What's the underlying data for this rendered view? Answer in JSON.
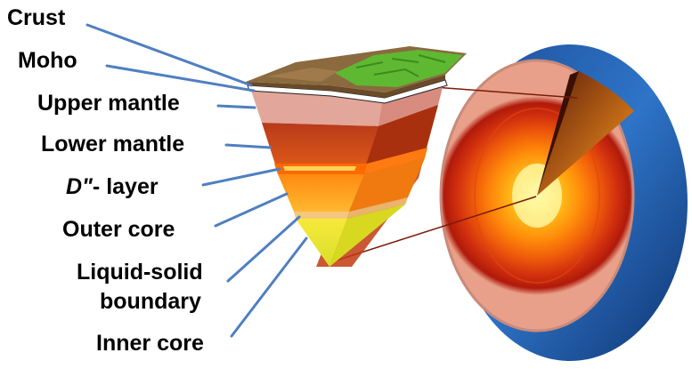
{
  "labels": {
    "crust": "Crust",
    "moho": "Moho",
    "upper_mantle": "Upper mantle",
    "lower_mantle": "Lower mantle",
    "d_layer_italic": "D\"",
    "d_layer_rest": "- layer",
    "outer_core": "Outer core",
    "liquid_solid_line1": "Liquid-solid",
    "liquid_solid_line2": "boundary",
    "inner_core": "Inner core"
  },
  "colors": {
    "leader": "#4f7fc0",
    "crust_land": "#5fb832",
    "crust_rock": "#6b4a2a",
    "upper_mantle": "#e2a79a",
    "lower_mantle": "#c4441a",
    "d_layer": "#ff6a00",
    "outer_core": "#f7a21c",
    "liquid_solid": "#f5c77e",
    "inner_core": "#eaf22a",
    "sphere_shell": "#2b68b8"
  }
}
